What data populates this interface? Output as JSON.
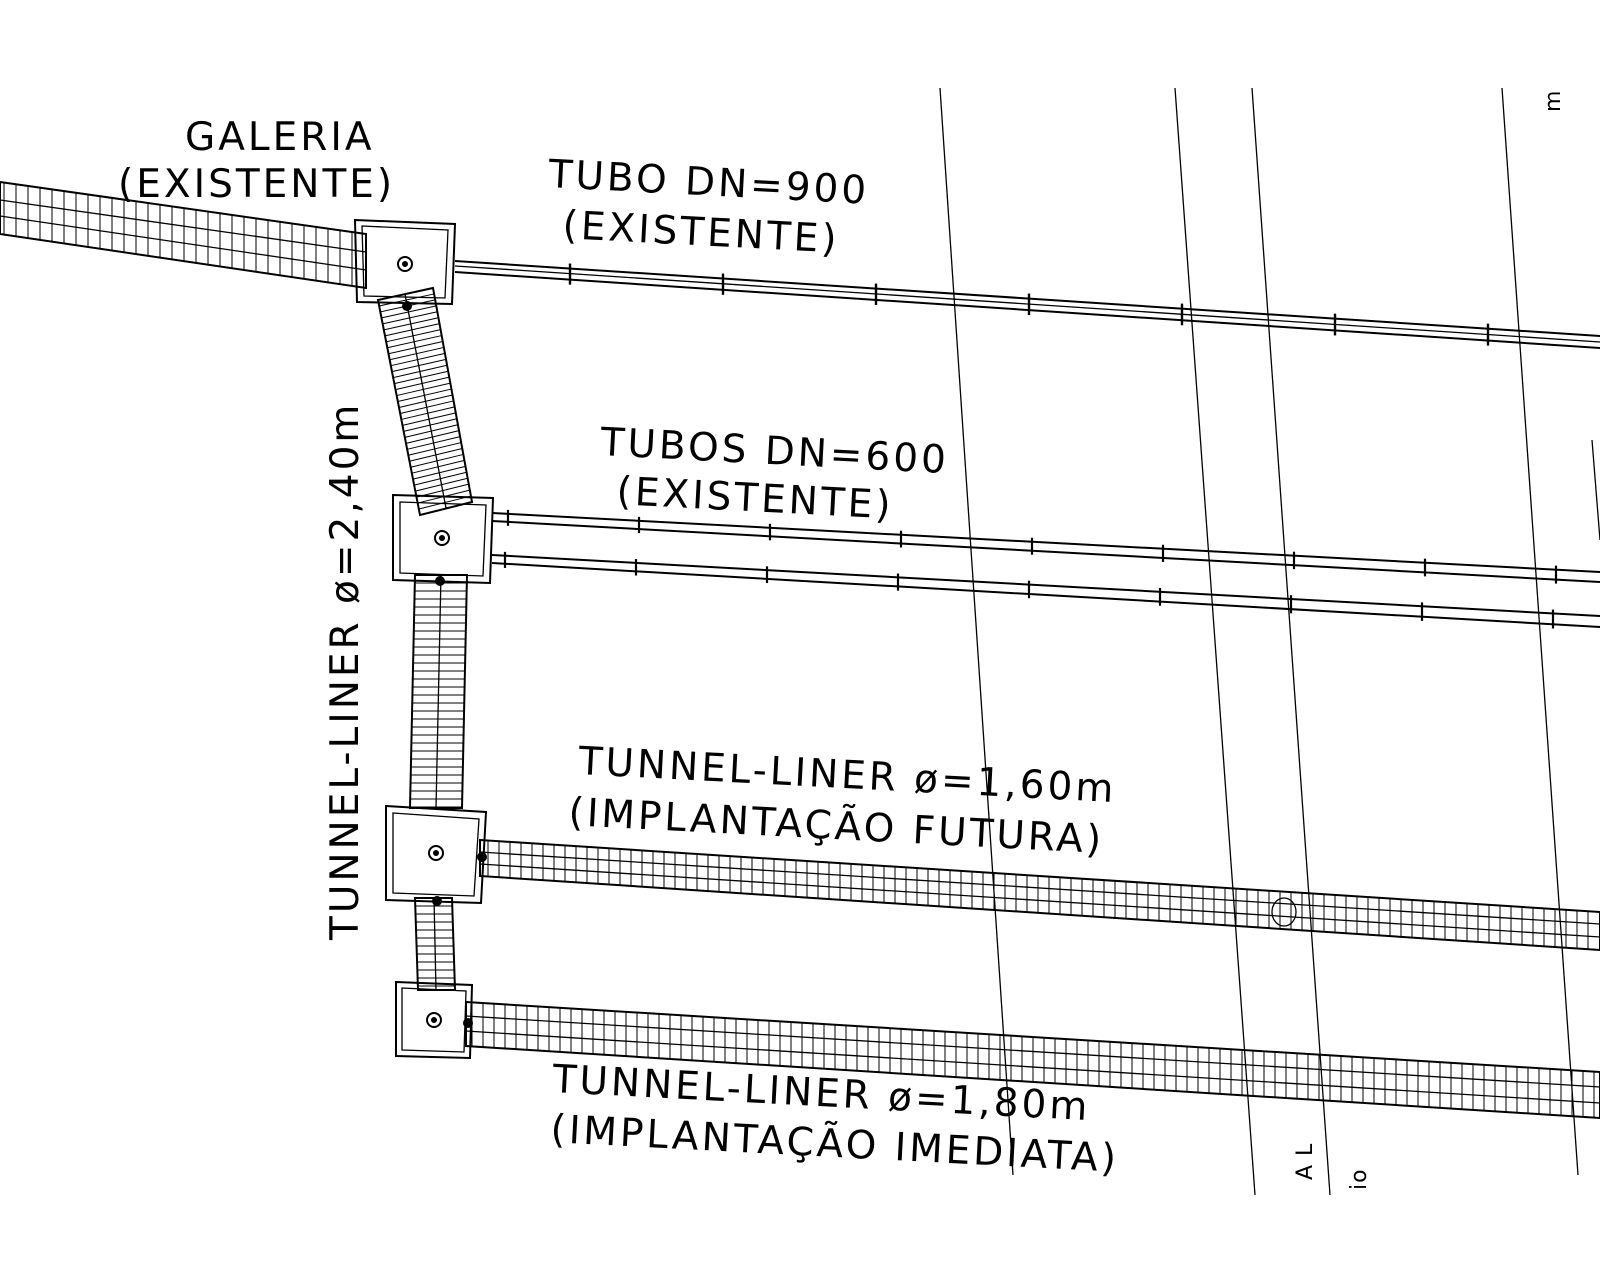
{
  "drawing": {
    "labels": {
      "galeria": "GALERIA",
      "galeria_status": "(EXISTENTE)",
      "tubo_900": "TUBO DN=900",
      "tubo_900_status": "(EXISTENTE)",
      "tubos_600": "TUBOS DN=600",
      "tubos_600_status": "(EXISTENTE)",
      "tunnel_240": "TUNNEL-LINER ø=2,40m",
      "tunnel_160": "TUNNEL-LINER ø=1,60m",
      "tunnel_160_status": "(IMPLANTAÇÃO FUTURA)",
      "tunnel_180": "TUNNEL-LINER ø=1,80m",
      "tunnel_180_status": "(IMPLANTAÇÃO IMEDIATA)",
      "edge_m": "m",
      "edge_al": "A L",
      "edge_io": "io"
    },
    "colors": {
      "ink": "#000000",
      "paper": "#ffffff"
    }
  }
}
